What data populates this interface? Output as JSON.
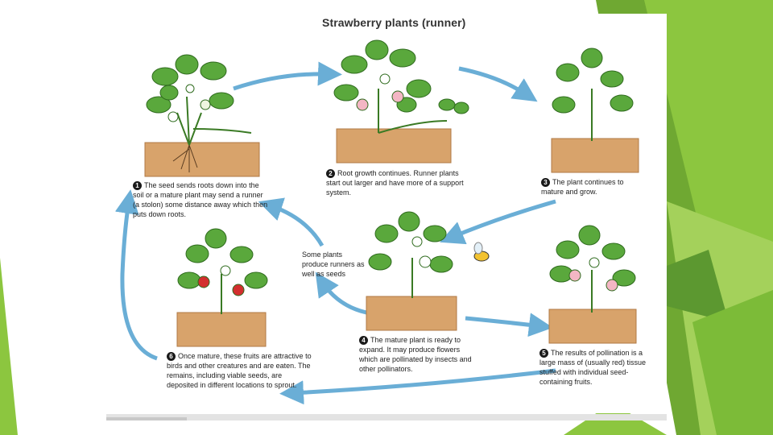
{
  "title": "Strawberry plants (runner)",
  "steps": [
    {
      "num": "1",
      "text": "The seed sends roots down into the soil or a mature plant may send a runner (a stolon) some distance away which then puts down roots."
    },
    {
      "num": "2",
      "text": "Root growth continues. Runner plants start out larger and have more of a support system."
    },
    {
      "num": "3",
      "text": "The plant continues to mature and grow."
    },
    {
      "num": "4",
      "text": "The mature plant is ready to expand. It may produce flowers which are pollinated by insects and other pollinators."
    },
    {
      "num": "5",
      "text": "The results of pollination is a large mass of (usually red) tissue stuffed with individual seed-containing fruits."
    },
    {
      "num": "6",
      "text": "Once mature, these fruits are attractive to birds and other creatures and are eaten. The remains, including viable seeds, are deposited in different locations to sprout."
    }
  ],
  "side_note": "Some plants produce runners as well as seeds",
  "colors": {
    "arrow": "#6aaed6",
    "soil": "#d8a36b",
    "leaf": "#5aa83c",
    "berry": "#d32f2f",
    "accent_green": "#8cc63f"
  }
}
